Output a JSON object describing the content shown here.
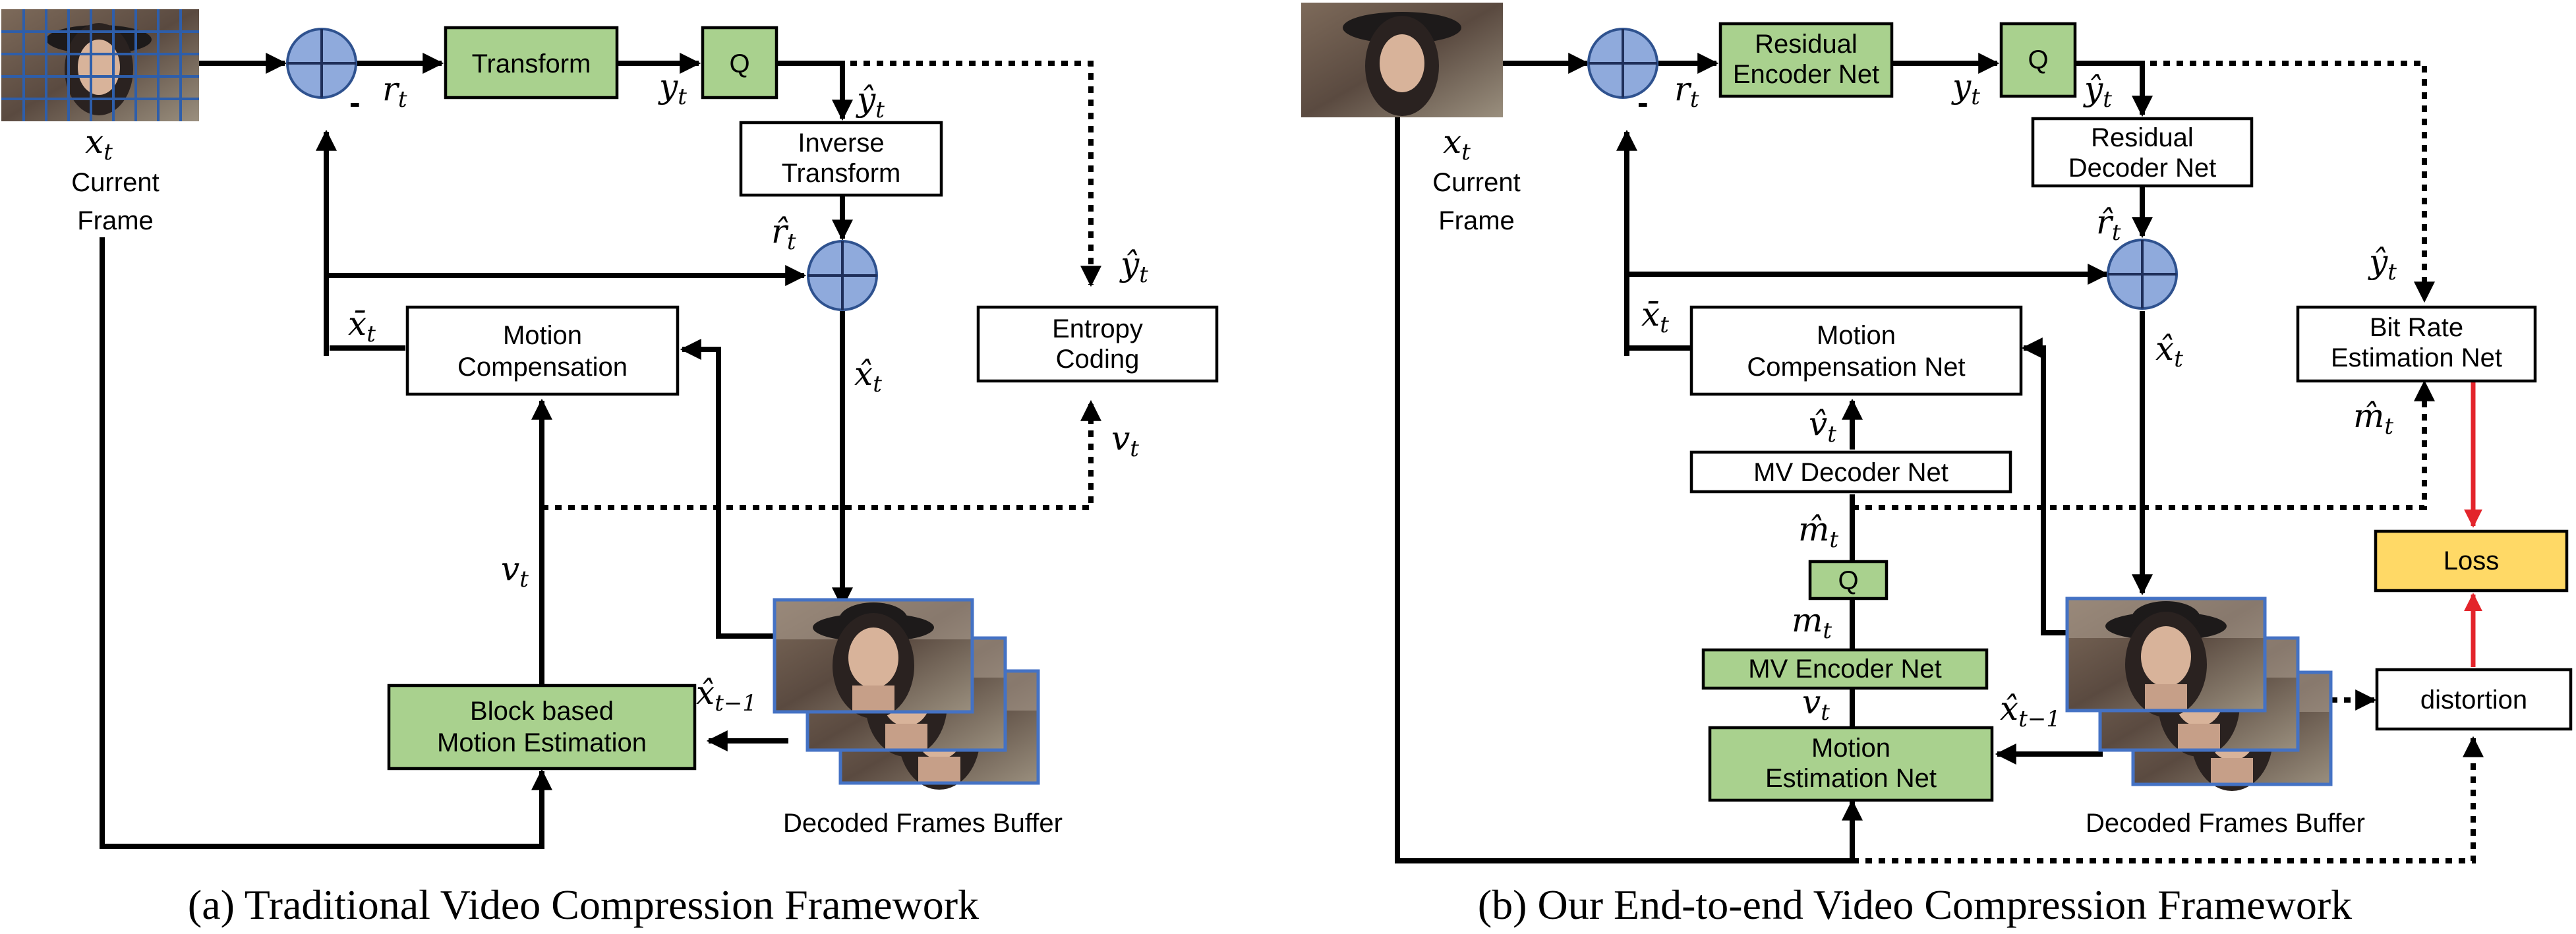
{
  "left": {
    "transform": "Transform",
    "q": "Q",
    "inverse_transform": [
      "Inverse",
      "Transform"
    ],
    "motion_compensation": [
      "Motion",
      "Compensation"
    ],
    "entropy_coding": [
      "Entropy",
      "Coding"
    ],
    "block_me": [
      "Block based",
      "Motion Estimation"
    ],
    "current_frame": [
      "Current",
      "Frame"
    ],
    "buffer_label": "Decoded Frames Buffer",
    "caption": "(a)  Traditional Video Compression Framework"
  },
  "right": {
    "residual_encoder": [
      "Residual",
      "Encoder Net"
    ],
    "q": "Q",
    "residual_decoder": [
      "Residual",
      "Decoder Net"
    ],
    "motion_compensation_net": [
      "Motion",
      "Compensation Net"
    ],
    "bit_rate_net": [
      "Bit Rate",
      "Estimation Net"
    ],
    "mv_decoder": "MV Decoder Net",
    "q2": "Q",
    "mv_encoder": "MV Encoder Net",
    "motion_estimation_net": [
      "Motion",
      "Estimation Net"
    ],
    "loss": "Loss",
    "distortion": "distortion",
    "current_frame": [
      "Current",
      "Frame"
    ],
    "buffer_label": "Decoded Frames Buffer",
    "caption": "(b) Our End-to-end Video Compression Framework"
  },
  "symbols": {
    "x": "x",
    "r": "r",
    "y": "y",
    "v": "v",
    "m": "m",
    "x_hat": "x̂",
    "r_hat": "r̂",
    "y_hat": "ŷ",
    "v_hat": "v̂",
    "m_hat": "m̂",
    "x_bar": "x̄",
    "t": "t",
    "t_minus_1": "t−1",
    "minus": "-"
  },
  "colors": {
    "green_box": "#a9d18e",
    "sum_node": "#8faadc",
    "loss_box": "#ffd966",
    "red_arrow": "#e3242b",
    "photo_border": "#4472c4",
    "grid_overlay": "#2e5eaa"
  }
}
